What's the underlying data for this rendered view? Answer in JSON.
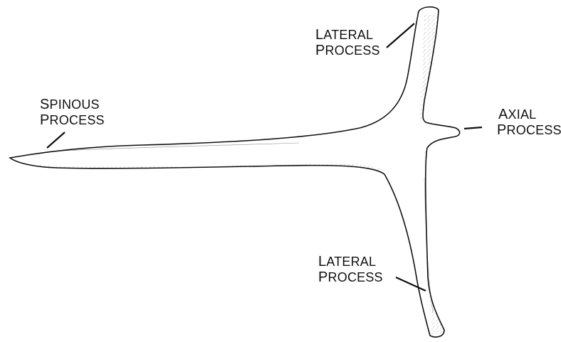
{
  "labels": {
    "lateral_top": {
      "line1": "Lateral",
      "line2": "Process"
    },
    "spinous": {
      "line1": "Spinous",
      "line2": "Process"
    },
    "axial": {
      "line1": "Axial",
      "line2": "Process"
    },
    "lateral_bottom": {
      "line1": "Lateral",
      "line2": "Process"
    }
  },
  "colors": {
    "outline": "#111111",
    "fill": "#ffffff",
    "shading": "#444444",
    "background": "#ffffff"
  }
}
